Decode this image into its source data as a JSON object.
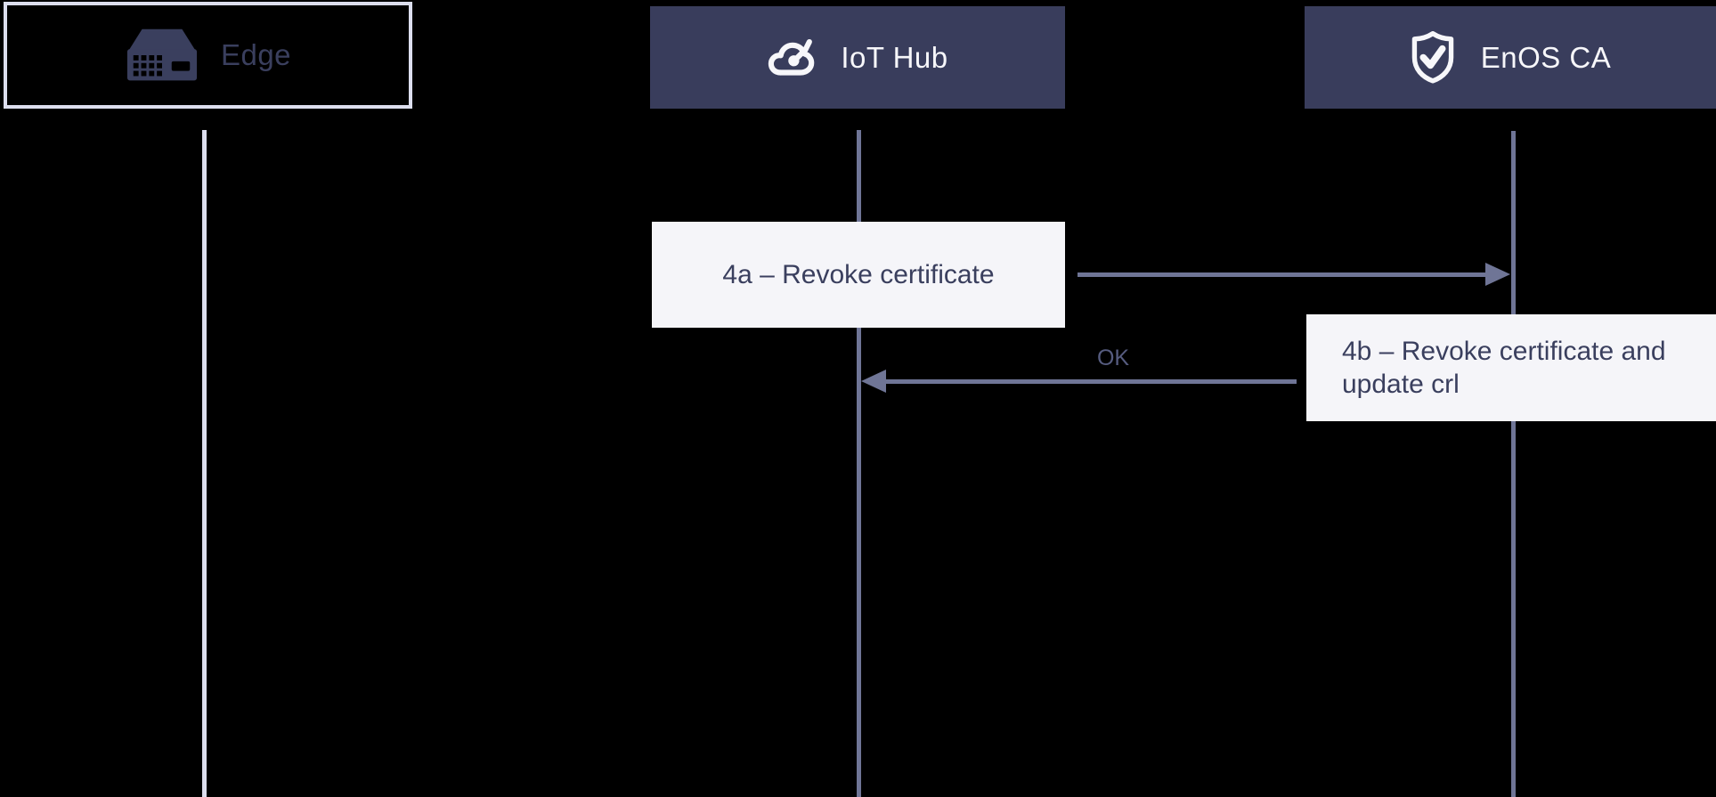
{
  "actors": [
    {
      "label": "Edge",
      "icon": "edge-device-icon",
      "style": "outlined"
    },
    {
      "label": "IoT Hub",
      "icon": "cloud-iot-icon",
      "style": "filled"
    },
    {
      "label": "EnOS CA",
      "icon": "shield-check-icon",
      "style": "filled"
    }
  ],
  "messages": [
    {
      "id": "4a",
      "text": "4a – Revoke certificate",
      "from": "IoT Hub",
      "to": "EnOS CA",
      "direction": "right"
    },
    {
      "id": "4b",
      "text_line1": "4b – Revoke certificate and",
      "text_line2": "update crl",
      "reply_label": "OK",
      "from": "EnOS CA",
      "to": "IoT Hub",
      "direction": "left"
    }
  ],
  "colors": {
    "navy": "#393d5c",
    "ink": "#3a3f5e",
    "light": "#f5f5f9",
    "slate": "#6f7596",
    "pale": "#dcdeee",
    "paper": "#f7f7fa",
    "ok": "#565c80"
  }
}
